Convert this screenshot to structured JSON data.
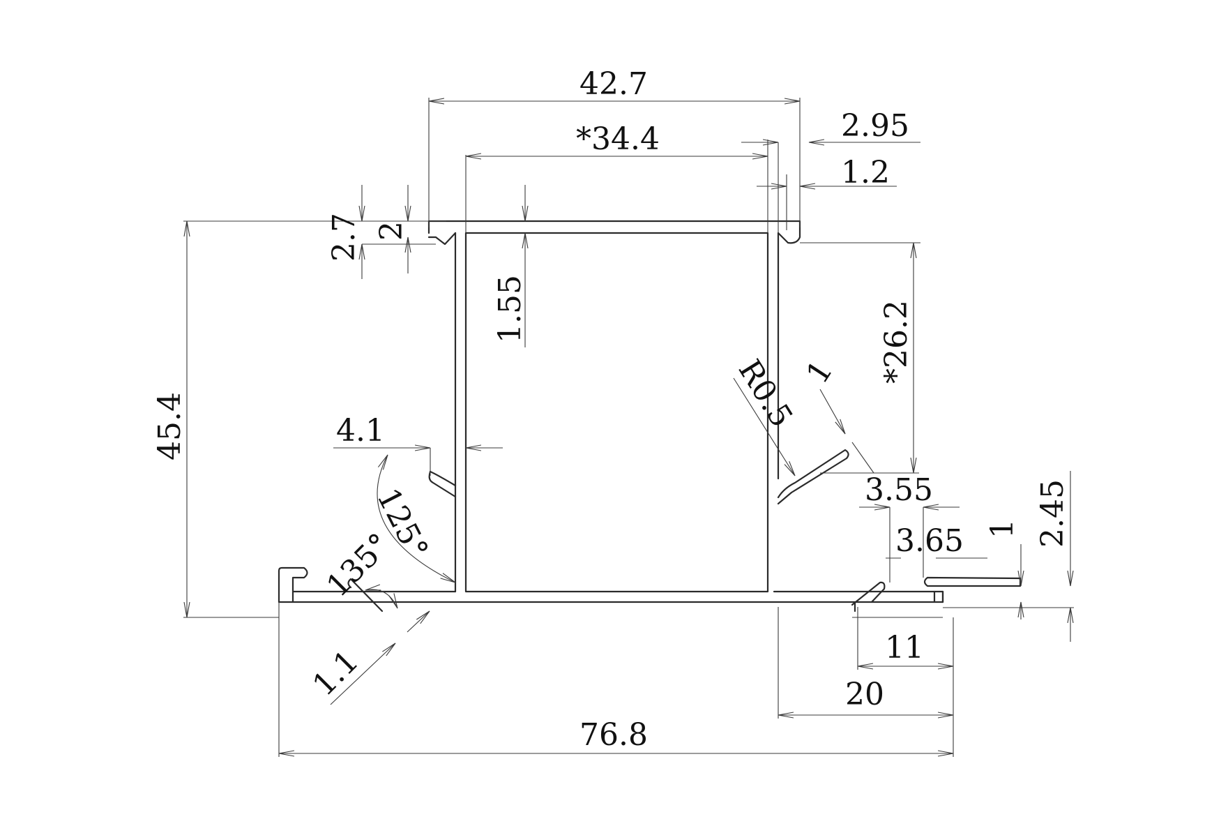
{
  "drawing": {
    "dimensions": {
      "top_overall_width": "42.7",
      "inner_width": "*34.4",
      "offset_a": "2.95",
      "offset_b": "1.2",
      "left_step_a": "2.7",
      "left_step_b": "2",
      "top_wall": "1.55",
      "overall_height": "45.4",
      "right_height": "*26.2",
      "radius": "R0.5",
      "fin_thickness": "1",
      "left_fin": "4.1",
      "angle_a": "125°",
      "angle_b": "135°",
      "lip_thickness": "1.1",
      "slot_a": "3.55",
      "slot_b": "3.65",
      "flange_thickness": "1",
      "flange_height": "2.45",
      "bottom_a": "11",
      "bottom_b": "20",
      "overall_width": "76.8"
    }
  },
  "colors": {
    "line": "#2a2a2a",
    "text": "#111111",
    "background": "#ffffff"
  }
}
